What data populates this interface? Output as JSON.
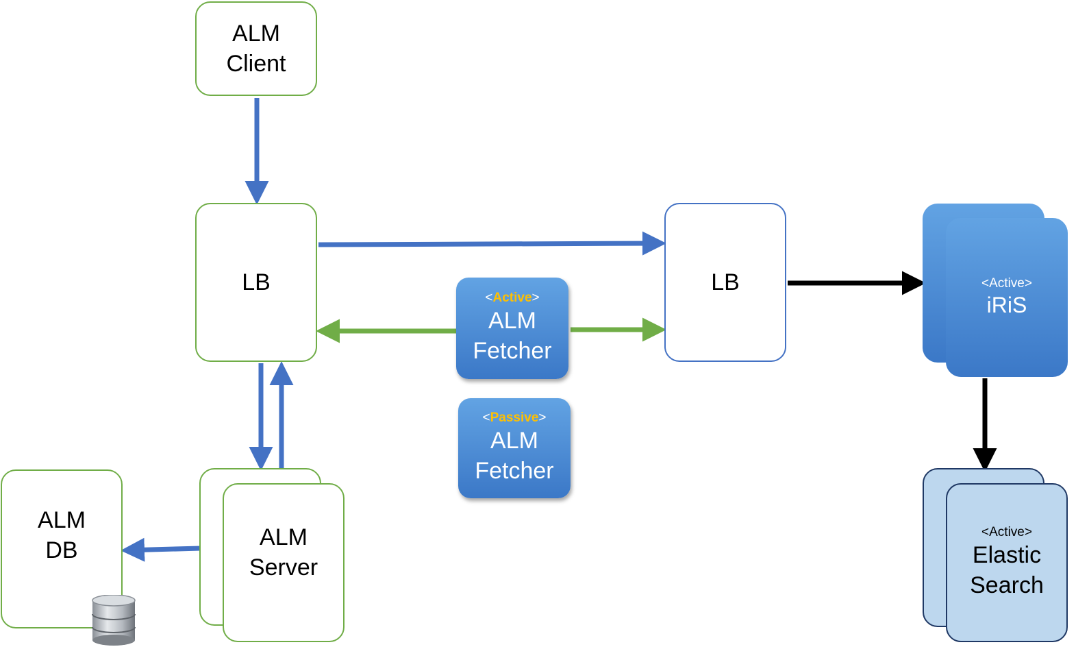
{
  "nodes": {
    "alm_client": {
      "lines": [
        "ALM",
        "Client"
      ]
    },
    "lb_left": {
      "label": "LB"
    },
    "lb_right": {
      "label": "LB"
    },
    "fetcher_active": {
      "tag_open": "<",
      "tag_state": "Active",
      "tag_close": ">",
      "lines": [
        "ALM",
        "Fetcher"
      ]
    },
    "fetcher_passive": {
      "tag_open": "<",
      "tag_state": "Passive",
      "tag_close": ">",
      "lines": [
        "ALM",
        "Fetcher"
      ]
    },
    "iris": {
      "tag": "<Active>",
      "label": "iRiS"
    },
    "elastic": {
      "tag": "<Active>",
      "lines": [
        "Elastic",
        "Search"
      ]
    },
    "alm_db": {
      "lines": [
        "ALM",
        "DB"
      ]
    },
    "alm_server": {
      "lines": [
        "ALM",
        "Server"
      ]
    }
  },
  "colors": {
    "green": "#70ad47",
    "blue": "#4472c4",
    "black": "#000000",
    "accent": "#ffc000"
  },
  "icons": {
    "db": "database-icon"
  }
}
